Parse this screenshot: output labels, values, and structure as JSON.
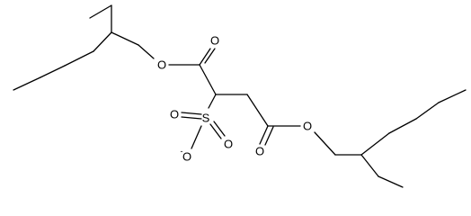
{
  "molecule": {
    "atoms": {
      "ester_oxygen_left": "O",
      "carbonyl_oxygen_left": "O",
      "sulfur": "S",
      "sulfonate_oxygen_top": "O",
      "sulfonate_oxygen_right": "O",
      "sulfonate_oxygen_anion": "O",
      "anion_charge": "-",
      "carbonyl_oxygen_right": "O",
      "ester_oxygen_right": "O"
    }
  }
}
